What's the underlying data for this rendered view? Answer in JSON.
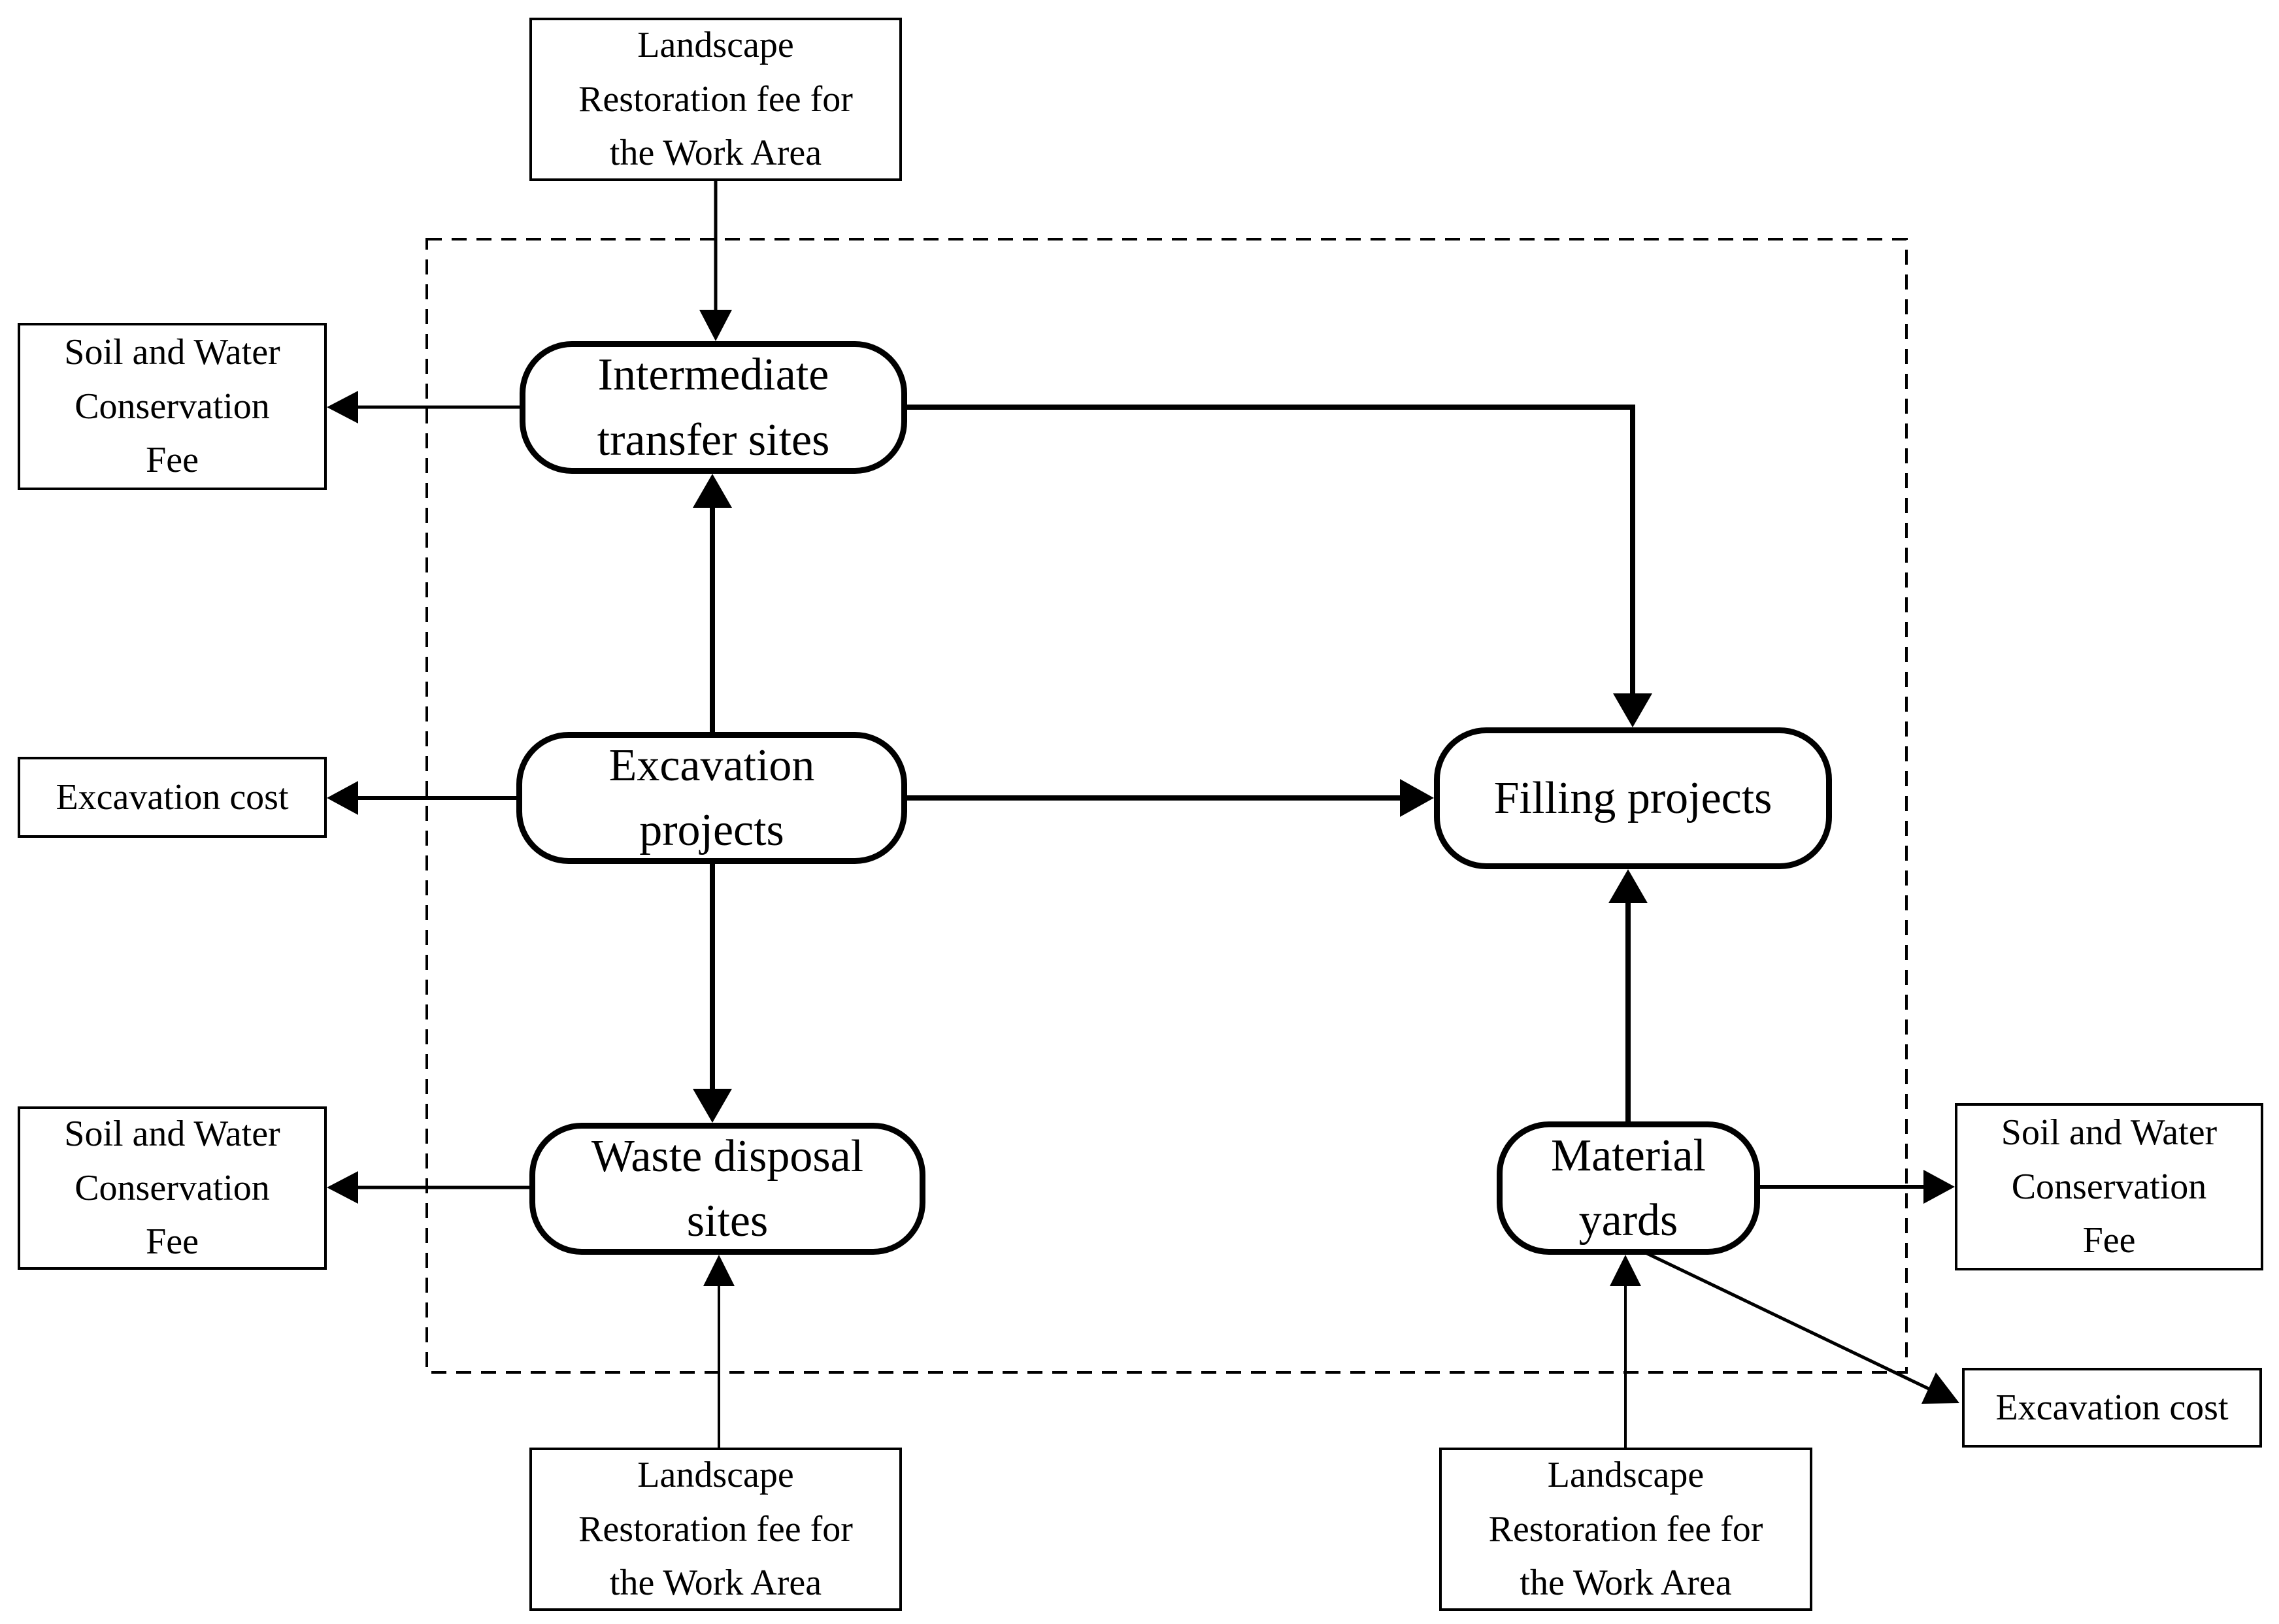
{
  "diagram": {
    "type": "flowchart",
    "background_color": "#ffffff",
    "line_color": "#000000",
    "nodes": {
      "landscape_fee_top": {
        "label": "Landscape\nRestoration fee for\nthe Work Area",
        "shape": "rectangle"
      },
      "soil_water_left_top": {
        "label": "Soil and Water\nConservation\nFee",
        "shape": "rectangle"
      },
      "intermediate_transfer_sites": {
        "label": "Intermediate\ntransfer sites",
        "shape": "rounded"
      },
      "excavation_cost_left": {
        "label": "Excavation cost",
        "shape": "rectangle"
      },
      "excavation_projects": {
        "label": "Excavation\nprojects",
        "shape": "rounded"
      },
      "filling_projects": {
        "label": "Filling projects",
        "shape": "rounded"
      },
      "soil_water_left_bottom": {
        "label": "Soil and Water\nConservation\nFee",
        "shape": "rectangle"
      },
      "waste_disposal_sites": {
        "label": "Waste disposal\nsites",
        "shape": "rounded"
      },
      "material_yards": {
        "label": "Material\nyards",
        "shape": "rounded"
      },
      "soil_water_right": {
        "label": "Soil and Water\nConservation\nFee",
        "shape": "rectangle"
      },
      "excavation_cost_right": {
        "label": "Excavation cost",
        "shape": "rectangle"
      },
      "landscape_fee_bottom_left": {
        "label": "Landscape\nRestoration fee for\nthe Work Area",
        "shape": "rectangle"
      },
      "landscape_fee_bottom_right": {
        "label": "Landscape\nRestoration fee for\nthe Work Area",
        "shape": "rectangle"
      }
    },
    "edges": [
      {
        "from": "landscape_fee_top",
        "to": "intermediate_transfer_sites"
      },
      {
        "from": "intermediate_transfer_sites",
        "to": "soil_water_left_top"
      },
      {
        "from": "intermediate_transfer_sites",
        "to": "filling_projects"
      },
      {
        "from": "excavation_projects",
        "to": "intermediate_transfer_sites"
      },
      {
        "from": "excavation_projects",
        "to": "excavation_cost_left"
      },
      {
        "from": "excavation_projects",
        "to": "filling_projects"
      },
      {
        "from": "excavation_projects",
        "to": "waste_disposal_sites"
      },
      {
        "from": "waste_disposal_sites",
        "to": "soil_water_left_bottom"
      },
      {
        "from": "landscape_fee_bottom_left",
        "to": "waste_disposal_sites"
      },
      {
        "from": "material_yards",
        "to": "filling_projects"
      },
      {
        "from": "material_yards",
        "to": "soil_water_right"
      },
      {
        "from": "material_yards",
        "to": "excavation_cost_right"
      },
      {
        "from": "landscape_fee_bottom_right",
        "to": "material_yards"
      }
    ]
  }
}
